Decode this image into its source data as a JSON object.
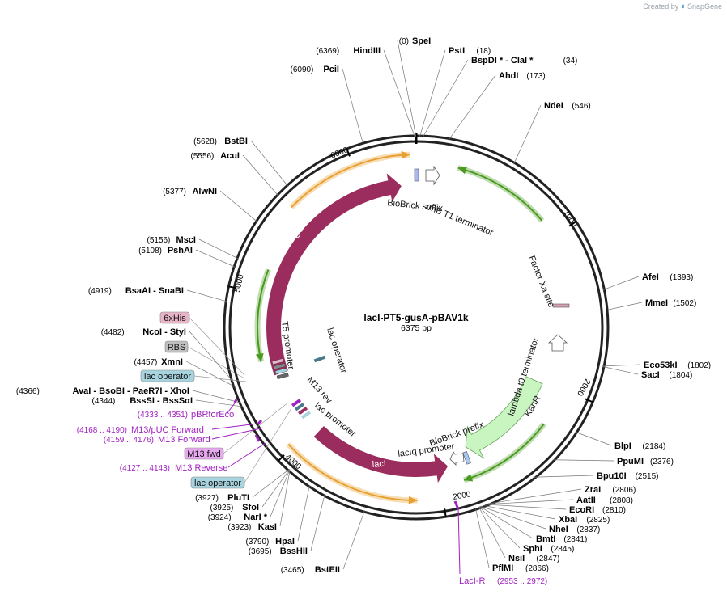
{
  "watermark": {
    "prefix": "Created by",
    "brand": "SnapGene"
  },
  "plasmid": {
    "name": "lacI-PT5-gusA-pBAV1k",
    "length_label": "6375 bp",
    "length": 6375
  },
  "ticks": [
    {
      "pos": 1000,
      "label": "1000"
    },
    {
      "pos": 2000,
      "label": "2000"
    },
    {
      "pos": 3000,
      "label": "2000"
    },
    {
      "pos": 4000,
      "label": "4000"
    },
    {
      "pos": 5000,
      "label": "5000"
    },
    {
      "pos": 6000,
      "label": "6000"
    }
  ],
  "sites_right": [
    {
      "name": "SpeI",
      "pos": "(0)",
      "bp": 0,
      "side": "left"
    },
    {
      "name": "PstI",
      "pos": "(18)",
      "bp": 18
    },
    {
      "name": "BspDI * - ClaI *",
      "pos": "(34)",
      "bp": 34
    },
    {
      "name": "AhdI",
      "pos": "(173)",
      "bp": 173
    },
    {
      "name": "NdeI",
      "pos": "(546)",
      "bp": 546
    },
    {
      "name": "AfeI",
      "pos": "(1393)",
      "bp": 1393
    },
    {
      "name": "MmeI",
      "pos": "(1502)",
      "bp": 1502
    },
    {
      "name": "Eco53kI",
      "pos": "(1802)",
      "bp": 1802
    },
    {
      "name": "SacI",
      "pos": "(1804)",
      "bp": 1804
    },
    {
      "name": "BlpI",
      "pos": "(2184)",
      "bp": 2184
    },
    {
      "name": "PpuMI",
      "pos": "(2376)",
      "bp": 2376
    },
    {
      "name": "Bpu10I",
      "pos": "(2515)",
      "bp": 2515
    },
    {
      "name": "ZraI",
      "pos": "(2806)",
      "bp": 2806
    },
    {
      "name": "AatII",
      "pos": "(2808)",
      "bp": 2808
    },
    {
      "name": "EcoRI",
      "pos": "(2810)",
      "bp": 2810
    },
    {
      "name": "XbaI",
      "pos": "(2825)",
      "bp": 2825
    },
    {
      "name": "NheI",
      "pos": "(2837)",
      "bp": 2837
    },
    {
      "name": "BmtI",
      "pos": "(2841)",
      "bp": 2841
    },
    {
      "name": "SphI",
      "pos": "(2845)",
      "bp": 2845
    },
    {
      "name": "NsiI",
      "pos": "(2847)",
      "bp": 2847
    },
    {
      "name": "PflMI",
      "pos": "(2866)",
      "bp": 2866
    }
  ],
  "sites_left": [
    {
      "name": "HindIII",
      "pos": "(6369)",
      "bp": 6369
    },
    {
      "name": "PciI",
      "pos": "(6090)",
      "bp": 6090
    },
    {
      "name": "BstBI",
      "pos": "(5628)",
      "bp": 5628
    },
    {
      "name": "AcuI",
      "pos": "(5556)",
      "bp": 5556
    },
    {
      "name": "AlwNI",
      "pos": "(5377)",
      "bp": 5377
    },
    {
      "name": "MscI",
      "pos": "(5156)",
      "bp": 5156
    },
    {
      "name": "PshAI",
      "pos": "(5108)",
      "bp": 5108
    },
    {
      "name": "BsaAI - SnaBI",
      "pos": "(4919)",
      "bp": 4919
    },
    {
      "name": "NcoI - StyI",
      "pos": "(4482)",
      "bp": 4482
    },
    {
      "name": "XmnI",
      "pos": "(4457)",
      "bp": 4457
    },
    {
      "name": "AvaI - BsoBI - PaeR7I - XhoI",
      "pos": "(4366)",
      "bp": 4366
    },
    {
      "name": "BssSI - BssSαI",
      "pos": "(4344)",
      "bp": 4344
    },
    {
      "name": "PluTI",
      "pos": "(3927)",
      "bp": 3927
    },
    {
      "name": "SfoI",
      "pos": "(3925)",
      "bp": 3925
    },
    {
      "name": "NarI *",
      "pos": "(3924)",
      "bp": 3924
    },
    {
      "name": "KasI",
      "pos": "(3923)",
      "bp": 3923
    },
    {
      "name": "HpaI",
      "pos": "(3790)",
      "bp": 3790
    },
    {
      "name": "BssHII",
      "pos": "(3695)",
      "bp": 3695
    },
    {
      "name": "BstEII",
      "pos": "(3465)",
      "bp": 3465
    }
  ],
  "primers": [
    {
      "name": "pBRforEco",
      "pos": "(4333 .. 4351)"
    },
    {
      "name": "M13/pUC Forward",
      "pos": "(4168 .. 4190)"
    },
    {
      "name": "M13 Forward",
      "pos": "(4159 .. 4176)"
    },
    {
      "name": "M13 Reverse",
      "pos": "(4127 .. 4143)"
    },
    {
      "name": "LacI-R",
      "pos": "(2953 .. 2972)"
    }
  ],
  "boxed_features": [
    {
      "label": "6xHis",
      "color": "#e8b4c8"
    },
    {
      "label": "RBS",
      "color": "#c0c0c0"
    },
    {
      "label": "lac operator",
      "color": "#a8d4e0"
    },
    {
      "label": "M13 fwd",
      "color": "#e8a8f0"
    },
    {
      "label": "lac operator",
      "color": "#a8d4e0"
    }
  ],
  "features": [
    {
      "label": "GUS",
      "color": "#9b2c5e"
    },
    {
      "label": "lacI",
      "color": "#9b2c5e"
    },
    {
      "label": "KanR",
      "color": "#c8f5c0"
    },
    {
      "label": "rrnB T1 terminator"
    },
    {
      "label": "BioBrick suffix"
    },
    {
      "label": "Factor Xa site"
    },
    {
      "label": "lambda t0 terminator"
    },
    {
      "label": "BioBrick prefix"
    },
    {
      "label": "lacIq promoter"
    },
    {
      "label": "lac promoter"
    },
    {
      "label": "M13 rev"
    },
    {
      "label": "lac operator"
    },
    {
      "label": "T5 promoter"
    }
  ],
  "colors": {
    "backbone": "#222222",
    "orf": "#9b2c5e",
    "kanr": "#c8f5c0",
    "orange_arc": "#e8a030",
    "green_arc": "#4a9a20",
    "primer": "#a020c0"
  }
}
